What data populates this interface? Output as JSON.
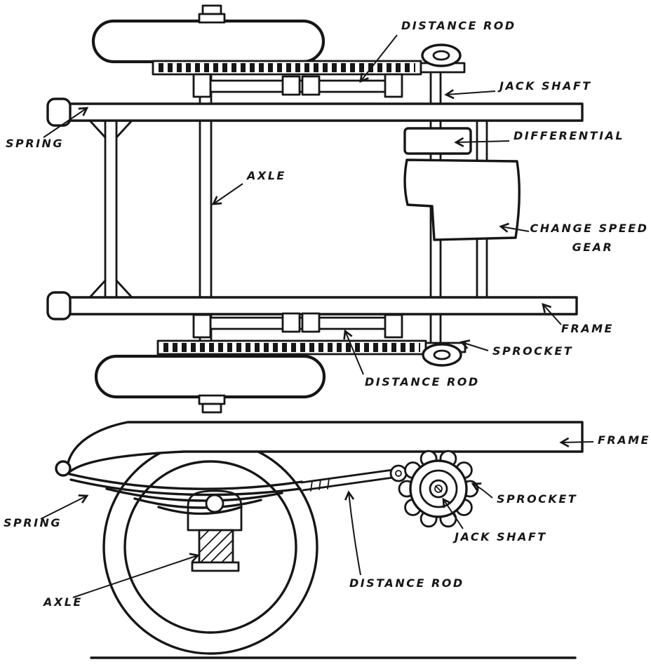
{
  "figure": {
    "type": "technical-line-diagram",
    "subject": "Automobile chassis drive gear, plan view and side elevation",
    "ink_color": "#161616",
    "paper_color": "#ffffff",
    "top_view": {
      "labels": {
        "distance_rod_top": "DISTANCE ROD",
        "jack_shaft": "JACK SHAFT",
        "spring": "SPRING",
        "differential": "DIFFERENTIAL",
        "axle": "AXLE",
        "change_speed_line1": "CHANGE SPEED",
        "change_speed_line2": "GEAR",
        "frame": "FRAME",
        "sprocket": "SPROCKET",
        "distance_rod_bottom": "DISTANCE ROD"
      }
    },
    "side_view": {
      "labels": {
        "frame": "FRAME",
        "sprocket": "SPROCKET",
        "jack_shaft": "JACK SHAFT",
        "distance_rod": "DISTANCE ROD",
        "spring": "SPRING",
        "axle": "AXLE"
      }
    }
  }
}
